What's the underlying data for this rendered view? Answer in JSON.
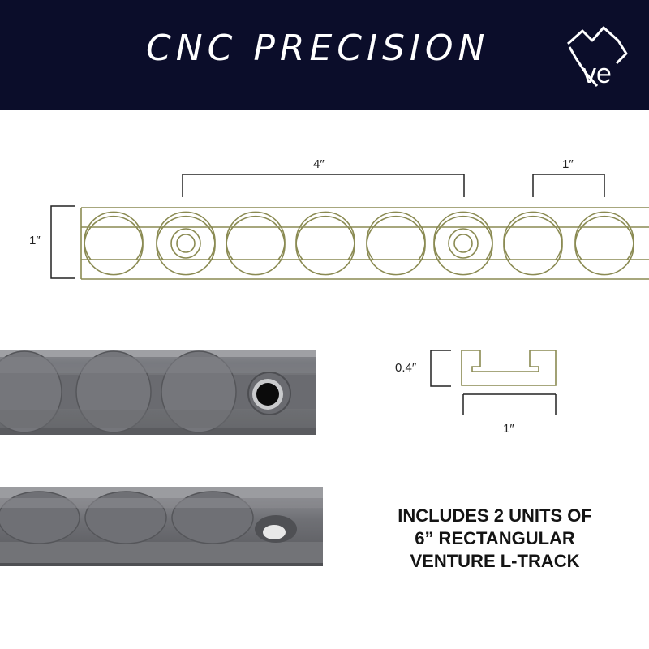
{
  "header": {
    "title": "CNC PRECISION",
    "logo_text": "ve",
    "background": "#0b0d2a"
  },
  "diagram": {
    "spacing_label": "4″",
    "slot_label": "1″",
    "width_label": "1″",
    "height_label": "0.4″",
    "profile_width_label": "1″",
    "outline_color": "#8a8a52"
  },
  "promo": {
    "line1": "INCLUDES 2 UNITS OF",
    "line2": "6” RECTANGULAR",
    "line3": "VENTURE L-TRACK"
  }
}
